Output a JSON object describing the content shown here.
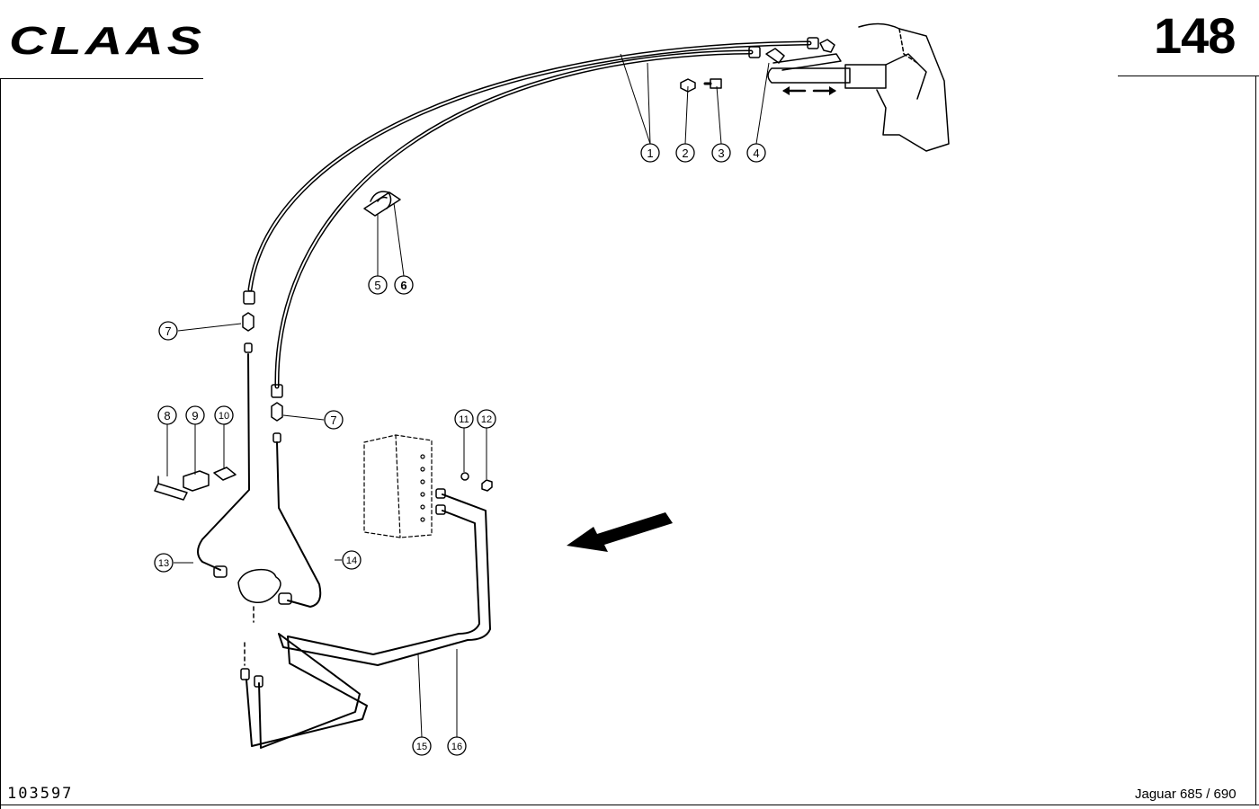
{
  "header": {
    "brand_logo": "CLAAS",
    "page_number": "148"
  },
  "footer": {
    "document_number": "103597",
    "model": "Jaguar 685 / 690"
  },
  "callouts": [
    "1",
    "2",
    "3",
    "4",
    "5",
    "6",
    "7",
    "7",
    "8",
    "9",
    "10",
    "11",
    "12",
    "13",
    "14",
    "15",
    "16"
  ],
  "icons": [
    "double-arrow-icon",
    "direction-arrow-icon"
  ],
  "colors": {
    "ink": "#000000",
    "paper": "#ffffff"
  }
}
